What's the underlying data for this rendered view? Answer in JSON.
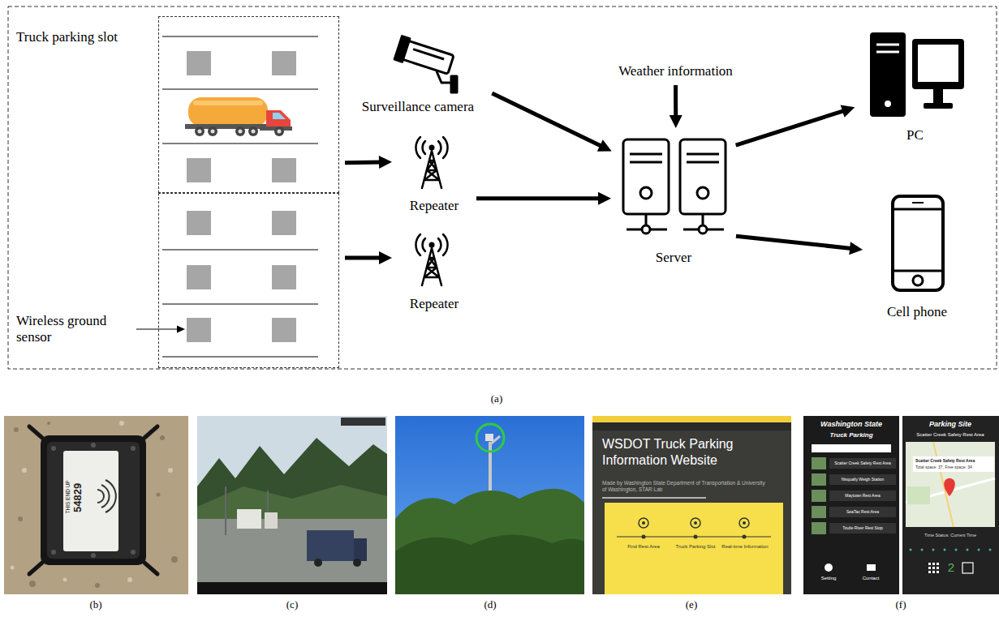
{
  "diagram": {
    "nodes": [
      {
        "text": [
          "Truck parking slot"
        ]
      },
      {
        "text": [
          "Wireless ground sensor"
        ]
      },
      {
        "text": [
          "Surveillance camera"
        ]
      },
      {
        "text": [
          "Repeater"
        ]
      },
      {
        "text": [
          "Repeater"
        ]
      },
      {
        "text": [
          "Weather information"
        ]
      },
      {
        "text": [
          "Server"
        ]
      },
      {
        "text": [
          "PC"
        ]
      },
      {
        "text": [
          "Cell phone"
        ]
      }
    ],
    "edges": [
      {
        "from": 0,
        "to": 3,
        "arrow": "to"
      },
      {
        "from": 1,
        "to": 4,
        "arrow": "to"
      },
      {
        "from": 2,
        "to": 6,
        "arrow": "to"
      },
      {
        "from": 3,
        "to": 6,
        "arrow": "to"
      },
      {
        "from": 5,
        "to": 6,
        "arrow": "to"
      },
      {
        "from": 6,
        "to": 7,
        "arrow": "to"
      },
      {
        "from": 6,
        "to": 8,
        "arrow": "to"
      }
    ],
    "labels": [
      "(a)",
      "(b)",
      "(c)",
      "(d)",
      "(e)",
      "(f)",
      "54829",
      "THIS END UP",
      "WSDOT Truck Parking Information Website",
      "Made by Washington State Department of Transportation & University of Washington, STAR Lab",
      "Find Rest Area",
      "Truck Parking Slot",
      "Real-time Information",
      "Washington State",
      "Truck Parking",
      "Scatter Creek Safety Rest Area",
      "Nisqually Weigh Station",
      "Maytown Rest Area",
      "SeaTac Rest Area",
      "Toutle River Rest Stop",
      "Setting",
      "Contact",
      "Parking Site",
      "Scatter Creek Safety Rest Area",
      "Scatter Creek Safety Rest Area",
      "Total space: 37, Free space: 34",
      "Time Status: Current Time",
      "2"
    ]
  }
}
